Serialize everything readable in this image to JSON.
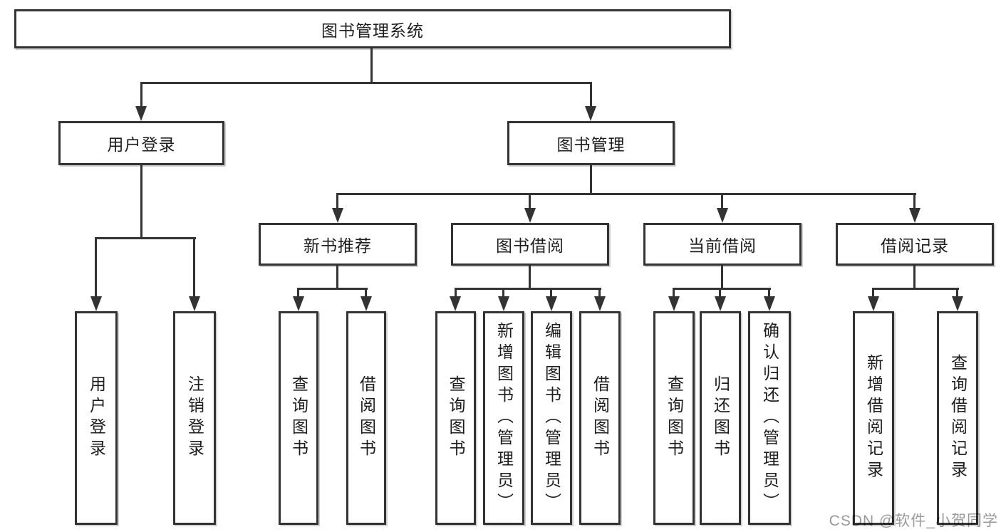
{
  "diagram": {
    "root": {
      "label": "图书管理系统"
    },
    "branches": [
      {
        "label": "用户登录",
        "children": [
          {
            "label": "用户登录"
          },
          {
            "label": "注销登录"
          }
        ]
      },
      {
        "label": "图书管理",
        "children": [
          {
            "label": "新书推荐",
            "children": [
              {
                "label": "查询图书"
              },
              {
                "label": "借阅图书"
              }
            ]
          },
          {
            "label": "图书借阅",
            "children": [
              {
                "label": "查询图书"
              },
              {
                "label": "新增图书（管理员）"
              },
              {
                "label": "编辑图书（管理员）"
              },
              {
                "label": "借阅图书"
              }
            ]
          },
          {
            "label": "当前借阅",
            "children": [
              {
                "label": "查询图书"
              },
              {
                "label": "归还图书"
              },
              {
                "label": "确认归还（管理员）"
              }
            ]
          },
          {
            "label": "借阅记录",
            "children": [
              {
                "label": "新增借阅记录"
              },
              {
                "label": "查询借阅记录"
              }
            ]
          }
        ]
      }
    ]
  },
  "watermark": {
    "text": "CSDN @软件_小贺同学"
  },
  "colors": {
    "line": "#333333",
    "box_border": "#333333",
    "box_background": "#ffffff",
    "text": "#1d1d1f",
    "background": "#ffffff",
    "watermark": "#999999"
  }
}
